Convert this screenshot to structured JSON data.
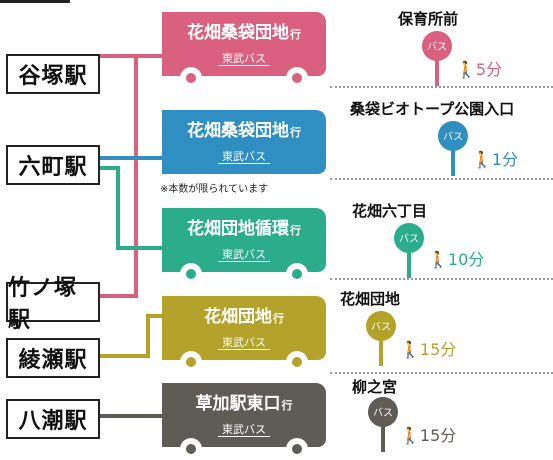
{
  "stations": [
    {
      "label": "谷塚駅"
    },
    {
      "label": "六町駅"
    },
    {
      "label": "竹ノ塚駅"
    },
    {
      "label": "綾瀬駅"
    },
    {
      "label": "八潮駅"
    }
  ],
  "buses": [
    {
      "dest": "花畑桑袋団地",
      "suffix": "行",
      "operator": "東武バス",
      "color": "#d9607e"
    },
    {
      "dest": "花畑桑袋団地",
      "suffix": "行",
      "operator": "東武バス",
      "color": "#2f8fc2"
    },
    {
      "dest": "花畑団地循環",
      "suffix": "行",
      "operator": "東武バス",
      "color": "#2bad8c"
    },
    {
      "dest": "花畑団地",
      "suffix": "行",
      "operator": "東武バス",
      "color": "#b5a22a"
    },
    {
      "dest": "草加駅東口",
      "suffix": "行",
      "operator": "東武バス",
      "color": "#5f5b55"
    }
  ],
  "stops": [
    {
      "name": "保育所前",
      "sign": "バス",
      "time": "5分"
    },
    {
      "name": "桑袋ビオトープ公園入口",
      "sign": "バス",
      "time": "1分"
    },
    {
      "name": "花畑六丁目",
      "sign": "バス",
      "time": "10分"
    },
    {
      "name": "花畑団地",
      "sign": "バス",
      "time": "15分"
    },
    {
      "name": "柳之宮",
      "sign": "バス",
      "time": "15分"
    }
  ],
  "note": "※本数が限られています",
  "colors": {
    "pink": "#d9607e",
    "blue": "#2f8fc2",
    "green": "#2bad8c",
    "olive": "#b5a22a",
    "gray": "#5f5b55"
  }
}
